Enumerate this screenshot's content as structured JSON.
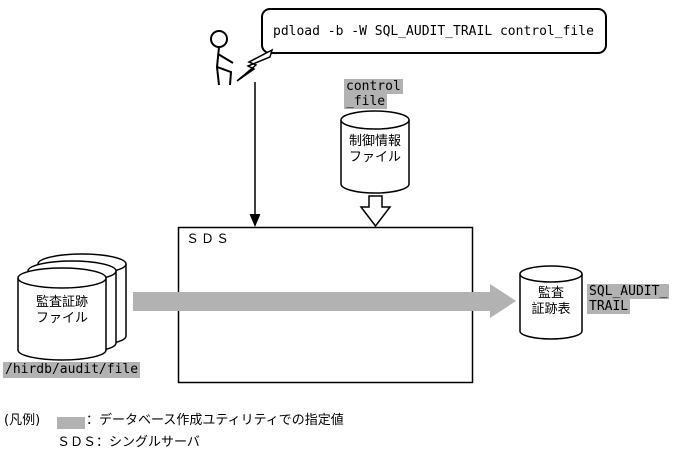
{
  "bubble": {
    "command": "pdload -b -W SQL_AUDIT_TRAIL control_file"
  },
  "control_file": {
    "label_line1": "control",
    "label_line2": "_file",
    "cylinder_line1": "制御情報",
    "cylinder_line2": "ファイル"
  },
  "sds": {
    "label": "ＳＤＳ"
  },
  "audit_files": {
    "cylinder_line1": "監査証跡",
    "cylinder_line2": "ファイル",
    "path": "/hirdb/audit/file"
  },
  "audit_table": {
    "cylinder_line1": "監査",
    "cylinder_line2": "証跡表",
    "label_line1": "SQL_AUDIT_",
    "label_line2": "TRAIL"
  },
  "legend": {
    "prefix": "(凡例)",
    "swatch_desc": "：データベース作成ユティリティでの指定値",
    "sds_desc": "ＳＤＳ：シングルサーバ"
  },
  "colors": {
    "highlight": "#b2b2b2",
    "arrow": "#b2b2b2",
    "line": "#000000"
  }
}
